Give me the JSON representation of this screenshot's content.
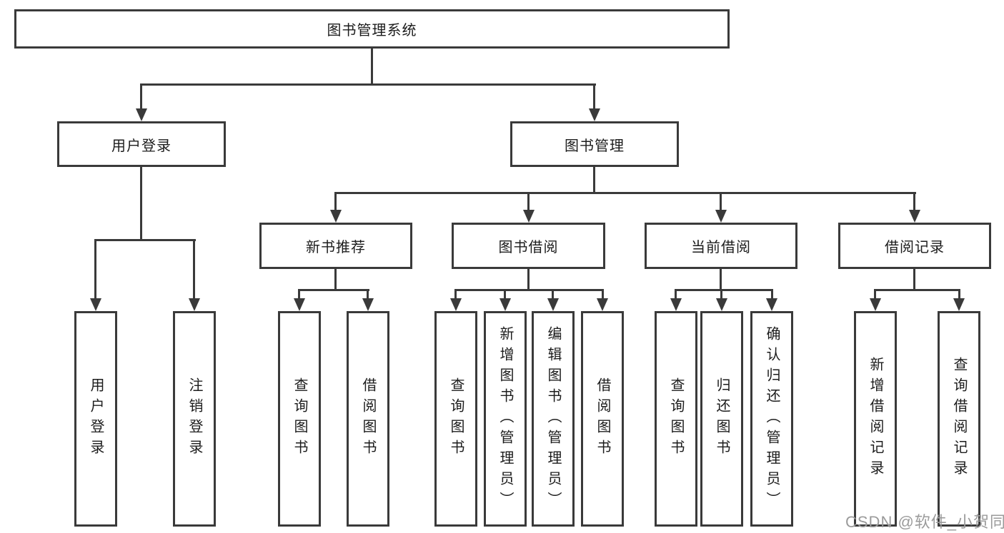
{
  "tree": {
    "root": {
      "label": "图书管理系统",
      "children": [
        {
          "label": "用户登录",
          "children": [
            {
              "label": "用户登录"
            },
            {
              "label": "注销登录"
            }
          ]
        },
        {
          "label": "图书管理",
          "children": [
            {
              "label": "新书推荐",
              "children": [
                {
                  "label": "查询图书"
                },
                {
                  "label": "借阅图书"
                }
              ]
            },
            {
              "label": "图书借阅",
              "children": [
                {
                  "label": "查询图书"
                },
                {
                  "label": "新增图书（管理员）"
                },
                {
                  "label": "编辑图书（管理员）"
                },
                {
                  "label": "借阅图书"
                }
              ]
            },
            {
              "label": "当前借阅",
              "children": [
                {
                  "label": "查询图书"
                },
                {
                  "label": "归还图书"
                },
                {
                  "label": "确认归还（管理员）"
                }
              ]
            },
            {
              "label": "借阅记录",
              "children": [
                {
                  "label": "新增借阅记录"
                },
                {
                  "label": "查询借阅记录"
                }
              ]
            }
          ]
        }
      ]
    }
  },
  "watermark": {
    "text": "CSDN @软件_小贺同学"
  },
  "colors": {
    "line": "#3a3a3a",
    "box_border": "#3a3a3a",
    "text": "#1c1c1c",
    "watermark": "#9b9b9b",
    "background": "#ffffff"
  }
}
